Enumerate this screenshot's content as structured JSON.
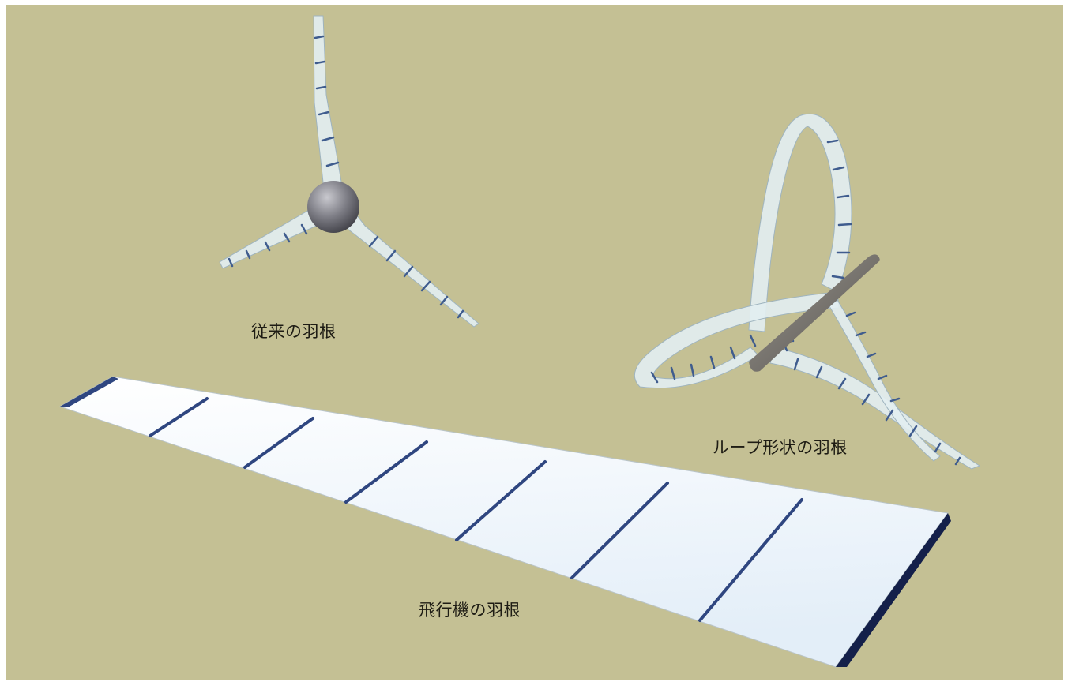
{
  "labels": {
    "conventional_blade": "従来の羽根",
    "loop_blade": "ループ形状の羽根",
    "aircraft_wing": "飛行機の羽根"
  },
  "colors": {
    "background": "#c4c094",
    "blade_fill": "#e2eef0",
    "blade_edge": "#9fb4bf",
    "rib": "#3f5c8e",
    "hub": "#7b7b82",
    "axle": "#6f6c68",
    "wing_top": "#eef5fb",
    "wing_rib": "#2f4680",
    "wing_edge_dark": "#14204a"
  }
}
